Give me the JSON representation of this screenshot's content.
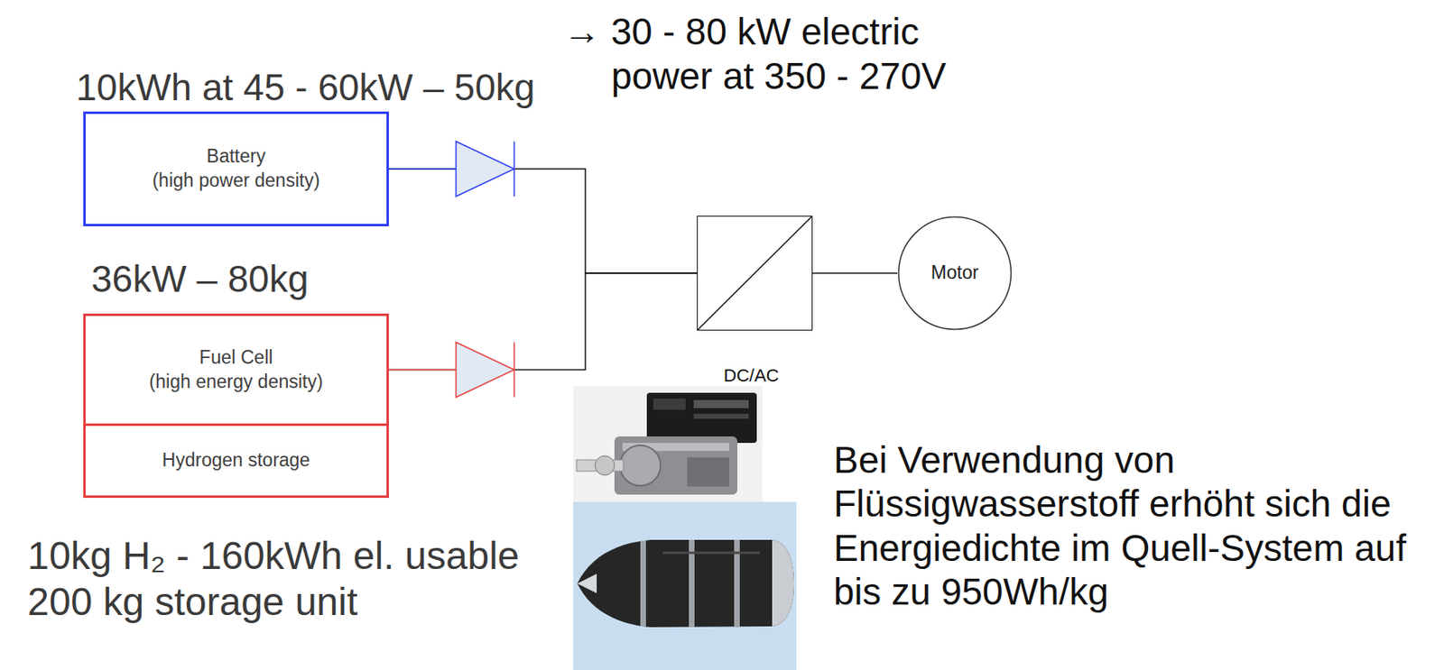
{
  "diagram": {
    "nodes": [
      {
        "text": [
          "10kg H₂ - 160kWh el. usable",
          "200 kg storage unit"
        ]
      },
      {
        "text": [
          "10kWh at 45 - 60kW – 50kg",
          "Battery",
          "(high power density)"
        ],
        "in": 0
      },
      {
        "text": [
          "36kW – 80kg",
          "Fuel Cell",
          "(high energy density)"
        ],
        "in": 0
      },
      {
        "text": [
          "Hydrogen storage"
        ],
        "in": 0
      },
      {
        "text": [
          "DC/AC"
        ]
      },
      {
        "text": [
          "Motor"
        ]
      }
    ],
    "edges": [
      {
        "from": 1,
        "to": 4,
        "arrow": "none"
      },
      {
        "from": 2,
        "to": 4,
        "arrow": "none"
      },
      {
        "from": 4,
        "to": 5,
        "arrow": "none"
      }
    ],
    "labels": [
      "→ 30 - 80 kW electric power at 350 - 270V",
      "Bei Verwendung von Flüssigwasserstoff erhöht sich die Energiedichte im Quell-System auf bis zu 950Wh/kg"
    ]
  }
}
